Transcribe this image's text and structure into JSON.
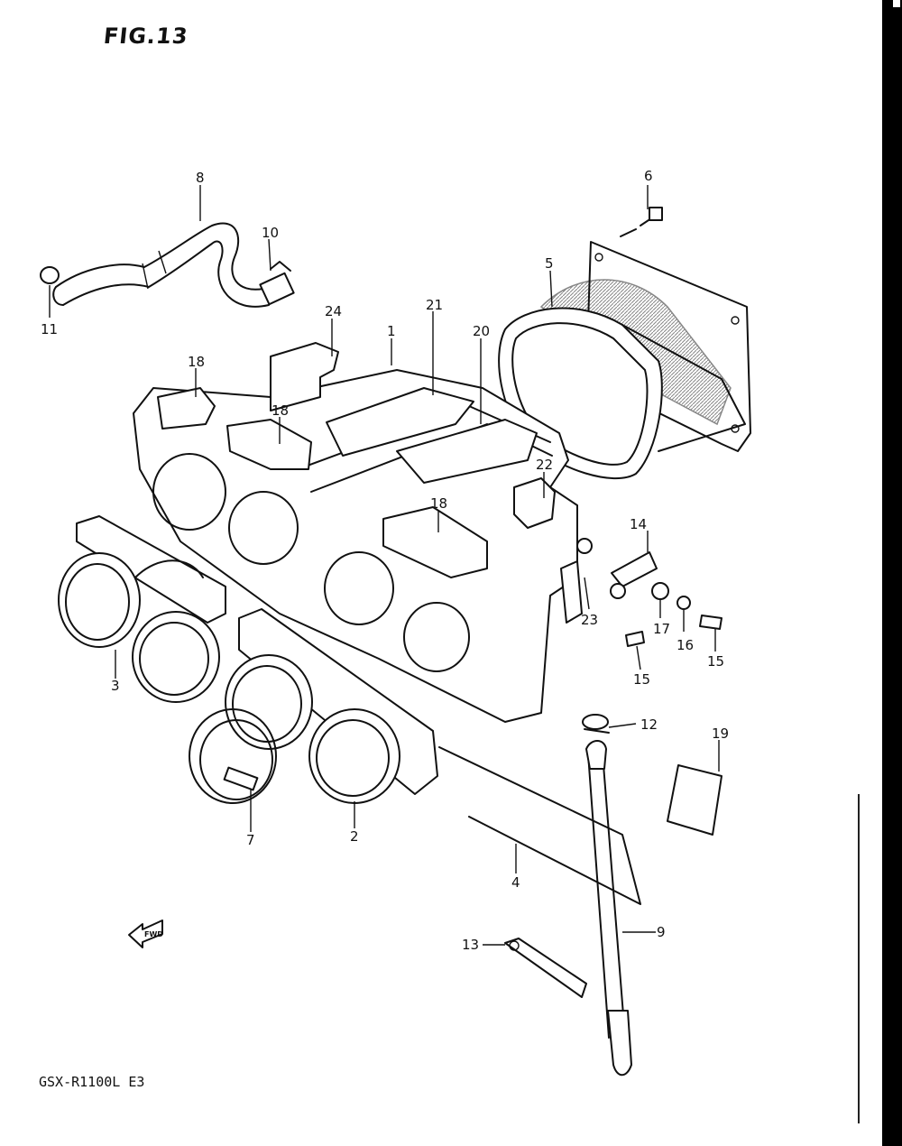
{
  "figure": {
    "title": "FIG.13",
    "model": "GSX-R1100L E3",
    "fwd_label": "FWD"
  },
  "callouts": [
    "8",
    "6",
    "10",
    "5",
    "11",
    "24",
    "1",
    "21",
    "20",
    "18",
    "18",
    "22",
    "18",
    "14",
    "23",
    "17",
    "16",
    "15",
    "3",
    "15",
    "12",
    "19",
    "7",
    "2",
    "4",
    "9",
    "13"
  ]
}
